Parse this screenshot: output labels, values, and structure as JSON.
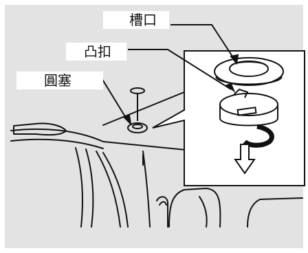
{
  "callouts": {
    "slot": "槽口",
    "tab": "凸扣",
    "plug": "圓塞"
  },
  "colors": {
    "background": "#e3e3e3",
    "label_background": "#ffffff",
    "line": "#111111",
    "inset_background": "#ffffff"
  }
}
